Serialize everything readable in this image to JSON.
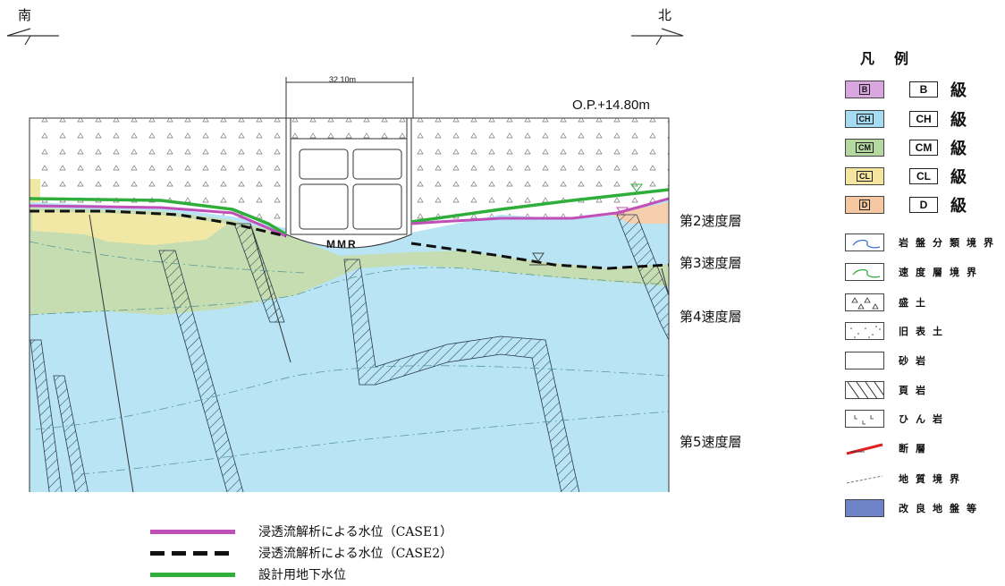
{
  "directions": {
    "left": "南",
    "right": "北"
  },
  "dimension": "32.10m",
  "elevation": "O.P.+14.80m",
  "structure_label": "MMR",
  "velocity_layers": [
    "第2速度層",
    "第3速度層",
    "第4速度層",
    "第5速度層"
  ],
  "legend": {
    "title": "凡例",
    "rock_classes": [
      {
        "code": "B",
        "label": "B",
        "suffix": "級",
        "color": "#d9a6e0"
      },
      {
        "code": "CH",
        "label": "CH",
        "suffix": "級",
        "color": "#a6dcf2"
      },
      {
        "code": "CM",
        "label": "CM",
        "suffix": "級",
        "color": "#b5d8a0"
      },
      {
        "code": "CL",
        "label": "CL",
        "suffix": "級",
        "color": "#f4e6a0"
      },
      {
        "code": "D",
        "label": "D",
        "suffix": "級",
        "color": "#f6c8a2"
      }
    ],
    "symbols": [
      {
        "label": "岩盤分類境界",
        "icon": "blue-boundary-line-icon"
      },
      {
        "label": "速度層境界",
        "icon": "green-boundary-line-icon"
      },
      {
        "label": "盛土",
        "icon": "fill-triangles-icon"
      },
      {
        "label": "旧表土",
        "icon": "old-topsoil-dots-icon"
      },
      {
        "label": "砂岩",
        "icon": "sandstone-blank-icon"
      },
      {
        "label": "頁岩",
        "icon": "shale-hatch-icon"
      },
      {
        "label": "ひん岩",
        "icon": "porphyrite-icon"
      },
      {
        "label": "断層",
        "icon": "fault-red-line-icon"
      },
      {
        "label": "地質境界",
        "icon": "geologic-boundary-dashed-icon"
      },
      {
        "label": "改良地盤等",
        "icon": "improved-ground-icon"
      }
    ]
  },
  "water_level_legend": [
    {
      "label": "浸透流解析による水位（CASE1）",
      "color": "#c04fb8",
      "style": "solid"
    },
    {
      "label": "浸透流解析による水位（CASE2）",
      "color": "#111111",
      "style": "dashed"
    },
    {
      "label": "設計用地下水位",
      "color": "#2fae3c",
      "style": "solid"
    }
  ],
  "colors": {
    "ch_fill": "#b8e4f4",
    "cm_fill": "#c5ddb0",
    "cl_fill": "#f2e8a6",
    "d_fill": "#f6cfae",
    "b_fill": "#dcb0e4",
    "improved_ground": "#6e82c8"
  }
}
